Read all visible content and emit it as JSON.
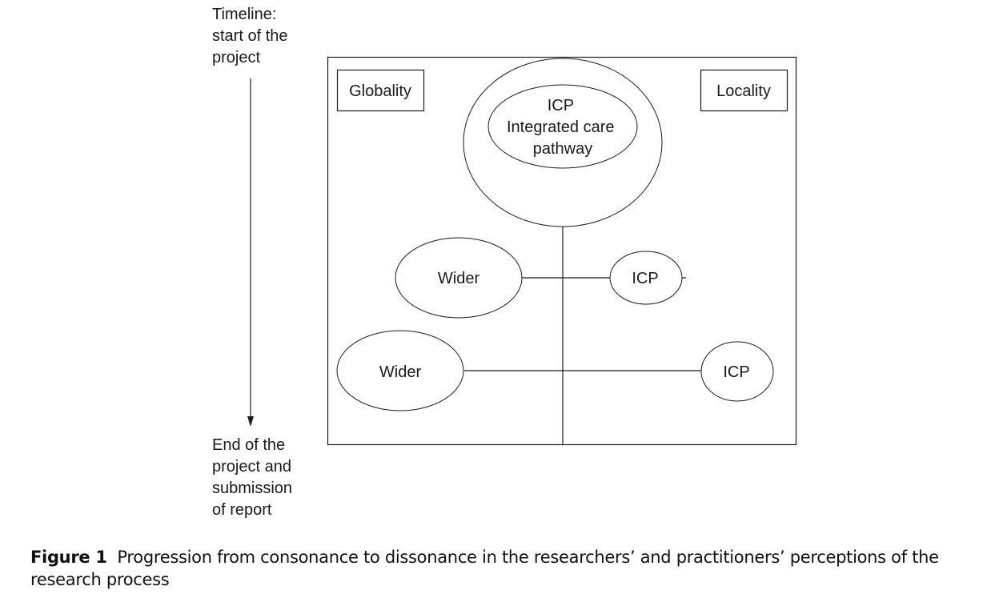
{
  "timeline": {
    "start_label": [
      "Timeline:",
      "start of the",
      "project"
    ],
    "end_label": [
      "End of the",
      "project and",
      "submission",
      "of report"
    ]
  },
  "diagram": {
    "globality_label": "Globality",
    "locality_label": "Locality",
    "top_node": {
      "line1": "ICP",
      "line2": "Integrated care",
      "line3": "pathway"
    },
    "middle_row": {
      "left": "Wider",
      "right": "ICP"
    },
    "bottom_row": {
      "left": "Wider",
      "right": "ICP"
    }
  },
  "caption": {
    "label": "Figure 1",
    "text": "Progression from consonance to dissonance in the researchers’ and practitioners’ perceptions of the research process"
  }
}
